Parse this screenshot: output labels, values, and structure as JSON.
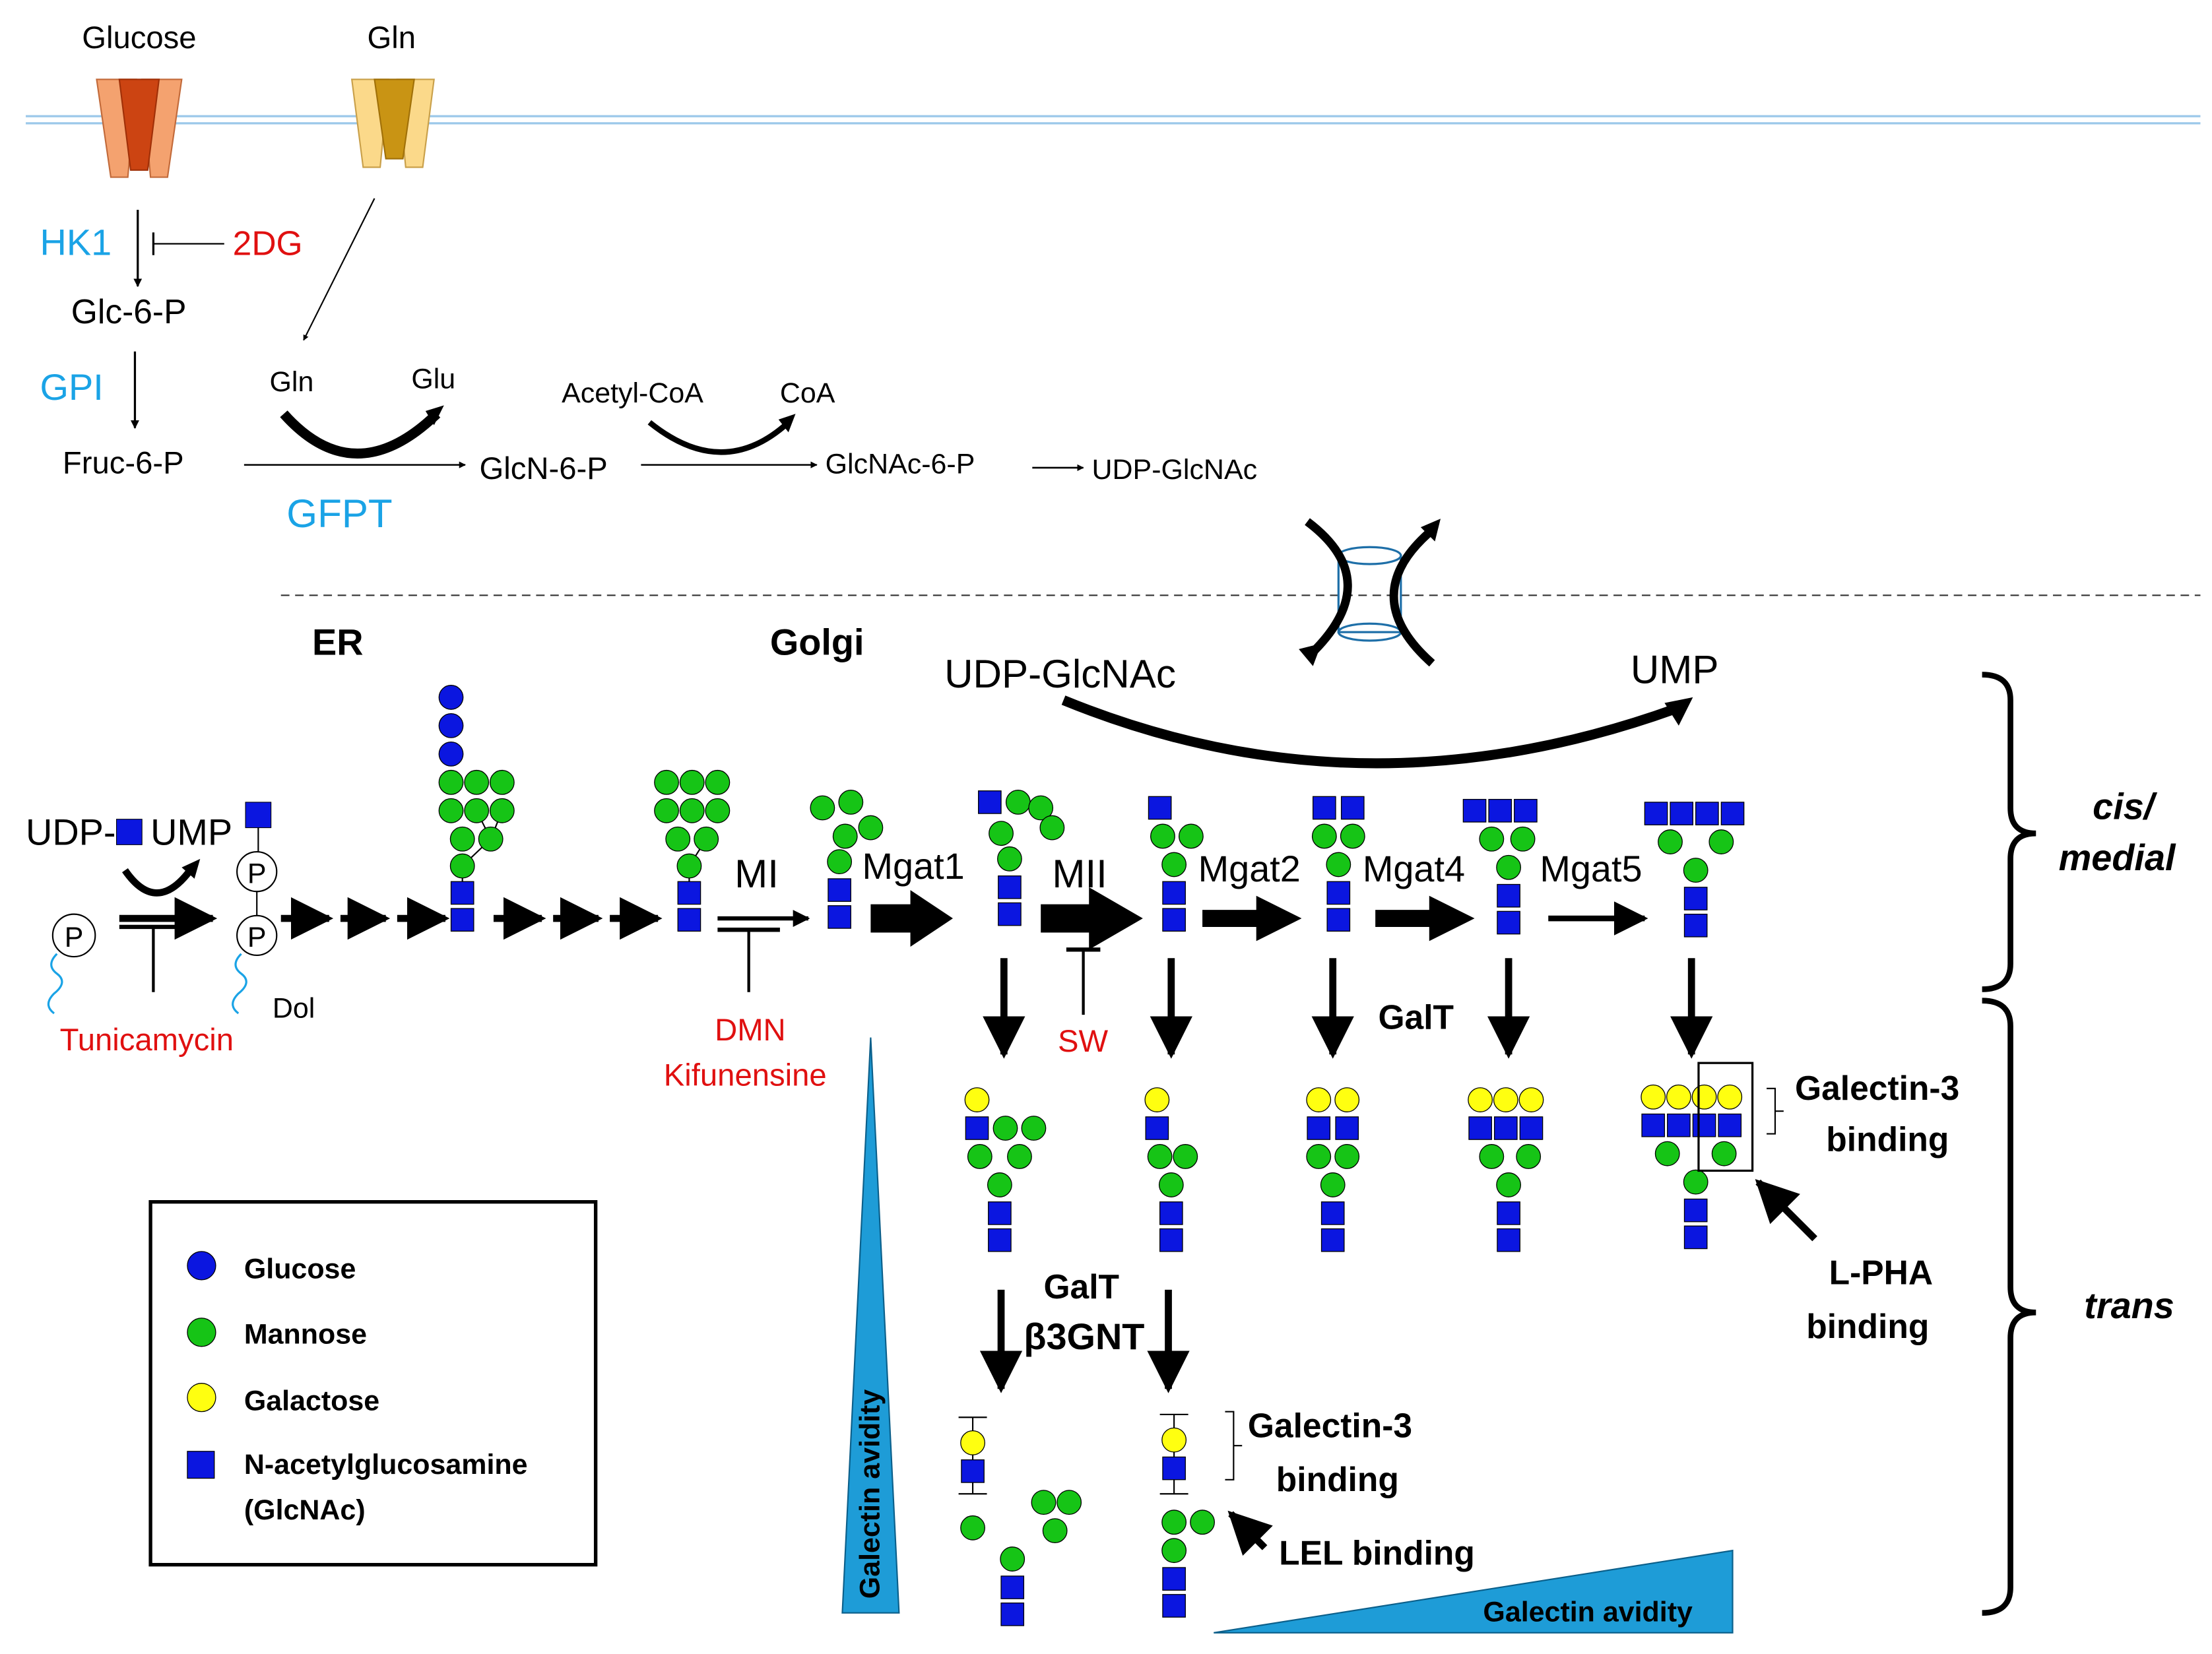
{
  "membrane": {
    "transporter_glucose_label": "Glucose",
    "transporter_gln_label": "Gln"
  },
  "pathway": {
    "hk1": "HK1",
    "dg2": "2DG",
    "glc6p": "Glc-6-P",
    "gpi": "GPI",
    "fruc6p": "Fruc-6-P",
    "gln": "Gln",
    "glu": "Glu",
    "glcn6p": "GlcN-6-P",
    "acetylcoa": "Acetyl-CoA",
    "coa": "CoA",
    "glcnac6p": "GlcNAc-6-P",
    "udpglcnac": "UDP-GlcNAc",
    "gfpt": "GFPT"
  },
  "compartments": {
    "er": "ER",
    "golgi": "Golgi",
    "udp_glcnac": "UDP-GlcNAc",
    "ump": "UMP",
    "cis_medial_line1": "cis/",
    "cis_medial_line2": "medial",
    "trans": "trans"
  },
  "er_steps": {
    "udp": "UDP-",
    "ump": "UMP",
    "p": "P",
    "dol": "Dol",
    "tunicamycin": "Tunicamycin"
  },
  "enzymes": {
    "mi": "MI",
    "mgat1": "Mgat1",
    "mii": "MII",
    "mgat2": "Mgat2",
    "mgat4": "Mgat4",
    "mgat5": "Mgat5",
    "galt": "GalT",
    "galt2": "GalT",
    "b3gnt": "β3GNT"
  },
  "inhibitors": {
    "dmn": "DMN",
    "kifunensine": "Kifunensine",
    "sw": "SW"
  },
  "binding": {
    "galectin3_a_line1": "Galectin-3",
    "galectin3_a_line2": "binding",
    "lpha_line1": "L-PHA",
    "lpha_line2": "binding",
    "galectin3_b_line1": "Galectin-3",
    "galectin3_b_line2": "binding",
    "lel": "LEL binding",
    "avidity_vertical": "Galectin avidity",
    "avidity_horizontal": "Galectin avidity"
  },
  "legend": {
    "glucose": "Glucose",
    "mannose": "Mannose",
    "galactose": "Galactose",
    "glcnac_line1": "N-acetylglucosamine",
    "glcnac_line2": "(GlcNAc)"
  },
  "colors": {
    "glucose": "#0b16e0",
    "mannose": "#16c416",
    "galactose": "#ffff10",
    "glcnac": "#0b16e0",
    "enzyme_blue": "#1aa3e6",
    "inhibitor_red": "#e01010",
    "triangle": "#1e9cd7"
  }
}
